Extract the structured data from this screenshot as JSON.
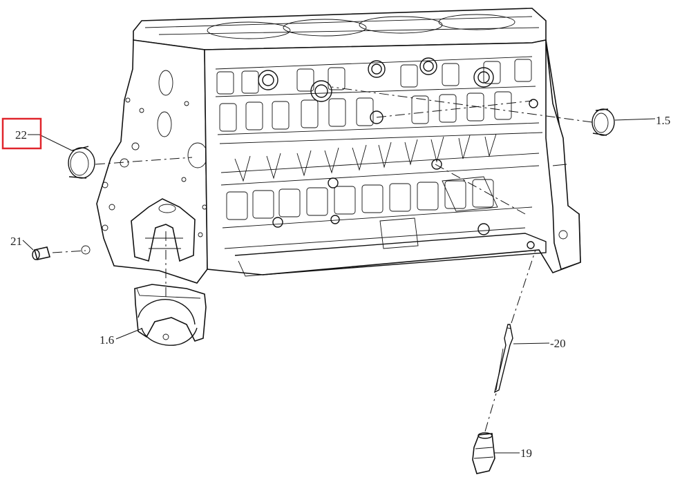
{
  "callouts": {
    "c22": "22",
    "c21": "21",
    "c15": "1.5",
    "c16": "1.6",
    "c20": "-20",
    "c19": "19"
  },
  "highlight": {
    "target": "22",
    "color": "#e0242b"
  },
  "line_color": "#111111",
  "background": "#ffffff"
}
